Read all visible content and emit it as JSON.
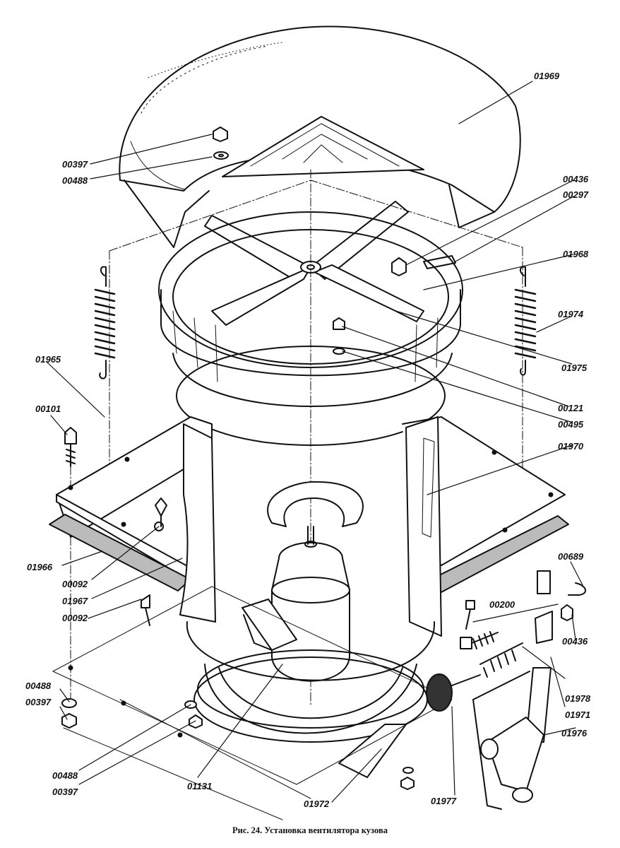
{
  "caption": "Рис. 24. Установка вентилятора кузова",
  "part_numbers": {
    "cap": "01969",
    "nut_top": "00397",
    "washer_top": "00488",
    "nut_436_top": "00436",
    "screw_297": "00297",
    "fan_ring": "01968",
    "spring_right": "01974",
    "fan_blade": "01975",
    "bolt_121": "00121",
    "washer_495": "00495",
    "bracket_right": "01970",
    "spring_left": "01965",
    "bolt_101": "00101",
    "gasket": "01966",
    "screw_092_a": "00092",
    "bracket_left": "01967",
    "screw_092_b": "00092",
    "cotter_pin": "00689",
    "screw_200": "00200",
    "nut_436_right": "00436",
    "spring_978": "01978",
    "tube_971": "01971",
    "tee_976": "01976",
    "washer_488_bl": "00488",
    "nut_397_bl": "00397",
    "washer_488_b": "00488",
    "nut_397_b": "00397",
    "motor": "01131",
    "guard": "01972",
    "knob": "01977"
  }
}
